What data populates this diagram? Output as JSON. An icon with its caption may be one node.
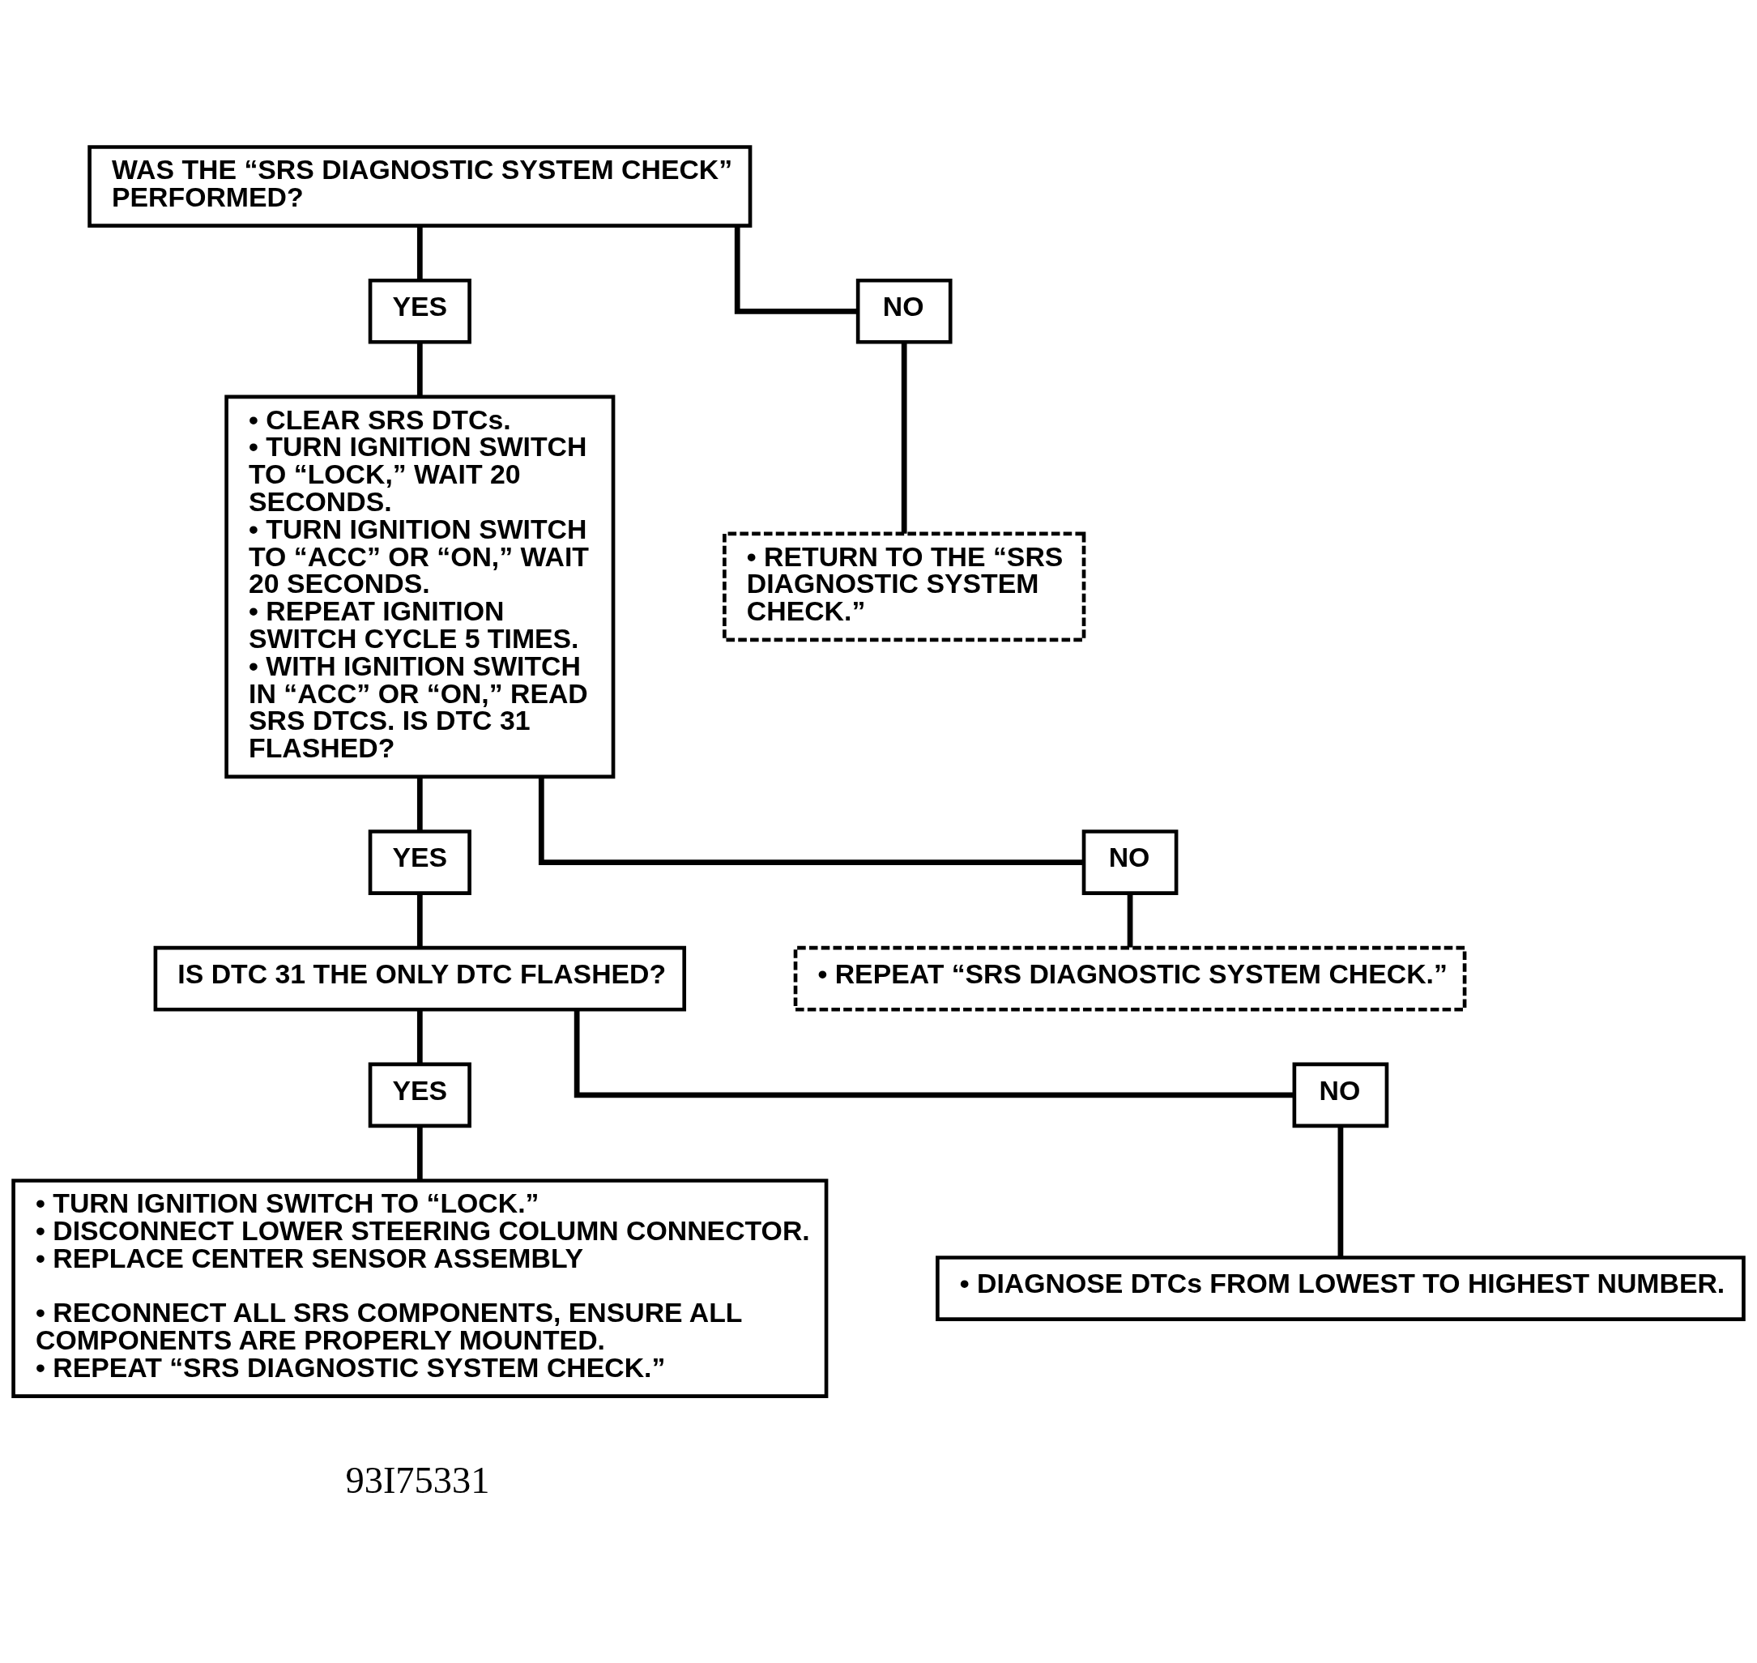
{
  "diagram": {
    "nodes": [
      {
        "text": [
          "WAS THE “SRS DIAGNOSTIC SYSTEM CHECK” PERFORMED?"
        ]
      },
      {
        "text": [
          "YES"
        ]
      },
      {
        "text": [
          "NO"
        ]
      },
      {
        "text": [
          "• CLEAR SRS DTCs.",
          "• TURN IGNITION SWITCH TO “LOCK,” WAIT 20 SECONDS.",
          "• TURN IGNITION SWITCH TO “ACC” OR “ON,” WAIT 20 SECONDS.",
          "• REPEAT IGNITION SWITCH CYCLE 5 TIMES.",
          "• WITH IGNITION SWITCH IN “ACC” OR “ON,” READ SRS DTCS. IS DTC 31 FLASHED?"
        ]
      },
      {
        "text": [
          "• RETURN TO THE “SRS DIAGNOSTIC SYSTEM CHECK.”"
        ]
      },
      {
        "text": [
          "YES"
        ]
      },
      {
        "text": [
          "NO"
        ]
      },
      {
        "text": [
          "IS DTC 31 THE ONLY DTC FLASHED?"
        ]
      },
      {
        "text": [
          "• REPEAT “SRS DIAGNOSTIC SYSTEM CHECK.”"
        ]
      },
      {
        "text": [
          "YES"
        ]
      },
      {
        "text": [
          "NO"
        ]
      },
      {
        "text": [
          "• TURN IGNITION SWITCH TO “LOCK.”",
          "• DISCONNECT LOWER STEERING COLUMN CONNECTOR.",
          "• REPLACE CENTER SENSOR ASSEMBLY",
          "• RECONNECT ALL SRS COMPONENTS, ENSURE ALL COMPONENTS ARE PROPERLY MOUNTED.",
          "• REPEAT “SRS DIAGNOSTIC SYSTEM CHECK.”"
        ]
      },
      {
        "text": [
          "• DIAGNOSE DTCs FROM LOWEST TO HIGHEST NUMBER."
        ]
      }
    ],
    "edges": [
      {
        "from": 0,
        "to": 1,
        "arrow": "none"
      },
      {
        "from": 0,
        "to": 2,
        "arrow": "none"
      },
      {
        "from": 1,
        "to": 3,
        "arrow": "none"
      },
      {
        "from": 2,
        "to": 4,
        "arrow": "none"
      },
      {
        "from": 3,
        "to": 5,
        "arrow": "none"
      },
      {
        "from": 3,
        "to": 6,
        "arrow": "none"
      },
      {
        "from": 5,
        "to": 7,
        "arrow": "none"
      },
      {
        "from": 6,
        "to": 8,
        "arrow": "none"
      },
      {
        "from": 7,
        "to": 9,
        "arrow": "none"
      },
      {
        "from": 7,
        "to": 10,
        "arrow": "none"
      },
      {
        "from": 9,
        "to": 11,
        "arrow": "none"
      },
      {
        "from": 10,
        "to": 12,
        "arrow": "none"
      }
    ],
    "labels": [
      "93I75331"
    ]
  }
}
